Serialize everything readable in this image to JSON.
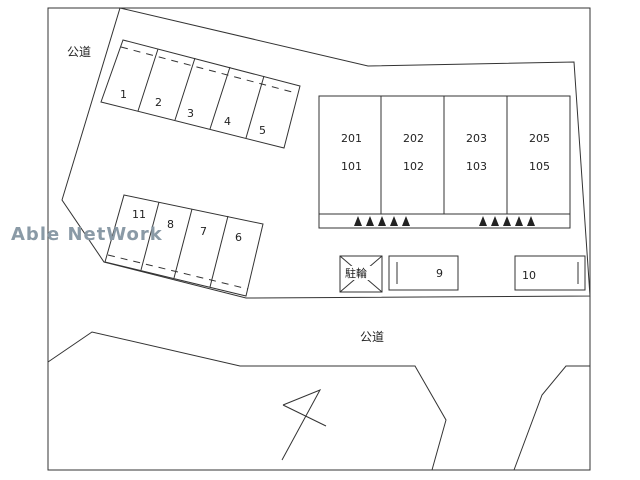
{
  "roads": {
    "upper_left": "公道",
    "middle": "公道"
  },
  "watermark": "Able NetWork",
  "parking_top": [
    "1",
    "2",
    "3",
    "4",
    "5"
  ],
  "parking_bottom": [
    "11",
    "8",
    "7",
    "6"
  ],
  "building_units": [
    {
      "upper": "201",
      "lower": "101"
    },
    {
      "upper": "202",
      "lower": "102"
    },
    {
      "upper": "203",
      "lower": "103"
    },
    {
      "upper": "205",
      "lower": "105"
    }
  ],
  "bicycle_parking": "駐輪",
  "parking_9": "9",
  "parking_10": "10"
}
